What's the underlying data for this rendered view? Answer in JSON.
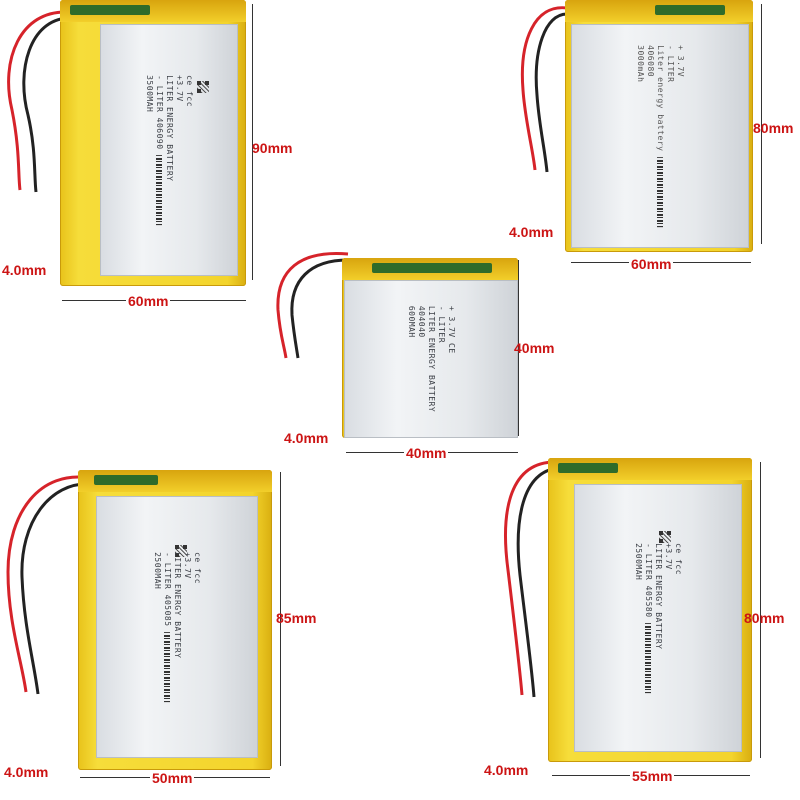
{
  "batteries": [
    {
      "length": "90mm",
      "width": "60mm",
      "thickness": "4.0mm",
      "label_lines": [
        "ce fcc",
        "+3.7V",
        "LITER ENERGY BATTERY",
        "- LITER  406090",
        "3500MAH"
      ]
    },
    {
      "length": "80mm",
      "width": "60mm",
      "thickness": "4.0mm",
      "label_lines": [
        "+ 3.7V",
        "- LITER",
        "Liter energy battery",
        "406080",
        "3000mAh"
      ]
    },
    {
      "length": "40mm",
      "width": "40mm",
      "thickness": "4.0mm",
      "label_lines": [
        "+ 3.7V CE",
        "- LITER",
        "LITER ENERGY BATTERY",
        "404040",
        "600MAH"
      ]
    },
    {
      "length": "85mm",
      "width": "50mm",
      "thickness": "4.0mm",
      "label_lines": [
        "ce fcc",
        "+3.7V",
        "LITER ENERGY BATTERY",
        "- LITER  405085",
        "2500MAH"
      ]
    },
    {
      "length": "80mm",
      "width": "55mm",
      "thickness": "4.0mm",
      "label_lines": [
        "ce fcc",
        "+3.7V",
        "LITER ENERGY BATTERY",
        "- LITER  405580",
        "2500MAH"
      ]
    }
  ],
  "colors": {
    "dimension_text": "#cc1414",
    "cell_yellow": "#f3d42c",
    "label_silver": "#e6e9ec",
    "wire_red": "#d6232a",
    "wire_black": "#222222"
  }
}
